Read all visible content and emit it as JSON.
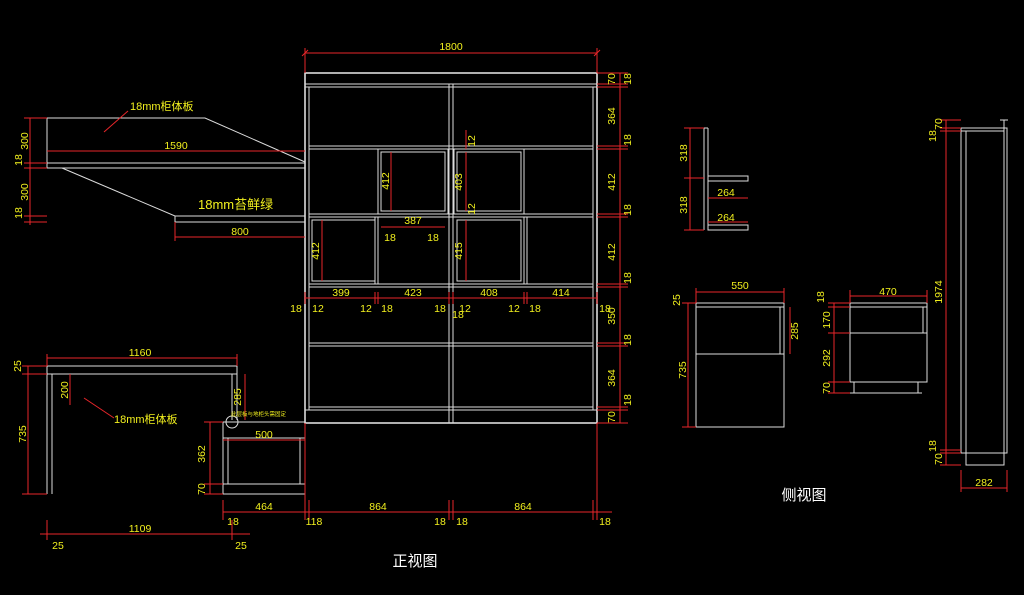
{
  "views": {
    "front_title": "正视图",
    "side_title": "侧视图"
  },
  "labels": {
    "board_top": "18mm柜体板",
    "moss_green": "18mm苔鲜绿",
    "board_desk": "18mm柜体板",
    "desk_note": "此层板与地柜头需固定"
  },
  "colors": {
    "background": "#000000",
    "linework": "#dcdcdc",
    "dimension_line": "#e8262a",
    "dimension_text": "#f2f01e",
    "view_title": "#ffffff"
  },
  "dims": {
    "w_total": "1800",
    "r_70a": "70",
    "r_18a": "18",
    "r_364a": "364",
    "r_18b": "18",
    "r_412a": "412",
    "r_18c": "18",
    "r_412b": "412",
    "r_18d": "18",
    "r_350": "350",
    "r_18e": "18",
    "r_364b": "364",
    "r_18f": "18",
    "r_70b": "70",
    "sh_300a": "300",
    "sh_18a": "18",
    "sh_300b": "300",
    "sh_18b": "18",
    "sh_1590": "1590",
    "sh_800": "800",
    "in_412a": "412",
    "in_387": "387",
    "in_18a": "18",
    "in_18b": "18",
    "in_412b": "412",
    "in_12a": "12",
    "in_403": "403",
    "in_12b": "12",
    "in_415": "415",
    "c_399": "399",
    "c_423": "423",
    "c_408": "408",
    "c_414": "414",
    "s_18a": "18",
    "s_12a": "12",
    "s_12b": "12",
    "s_18b": "18",
    "s_18c": "18",
    "s_18d": "18",
    "s_12c": "12",
    "s_12d": "12",
    "s_18e": "18",
    "s_18f": "18",
    "d_1160": "1160",
    "d_25": "25",
    "d_200": "200",
    "d_735": "735",
    "d_285": "285",
    "d_500": "500",
    "d_362": "362",
    "d_70": "70",
    "b_464": "464",
    "b_864a": "864",
    "b_864b": "864",
    "b_18a": "18",
    "b_118": "118",
    "b_18b": "18",
    "b_18c": "18",
    "b_18d": "18",
    "b_1109": "1109",
    "b_25a": "25",
    "b_25b": "25",
    "sv1_318a": "318",
    "sv1_318b": "318",
    "sv1_264a": "264",
    "sv1_264b": "264",
    "sv2_550": "550",
    "sv2_25": "25",
    "sv2_735": "735",
    "sv2_285": "285",
    "sv3_470": "470",
    "sv3_18": "18",
    "sv3_170": "170",
    "sv3_292": "292",
    "sv3_70": "70",
    "sv4_70a": "70",
    "sv4_18a": "18",
    "sv4_1974": "1974",
    "sv4_18b": "18",
    "sv4_70b": "70",
    "sv4_282": "282"
  }
}
